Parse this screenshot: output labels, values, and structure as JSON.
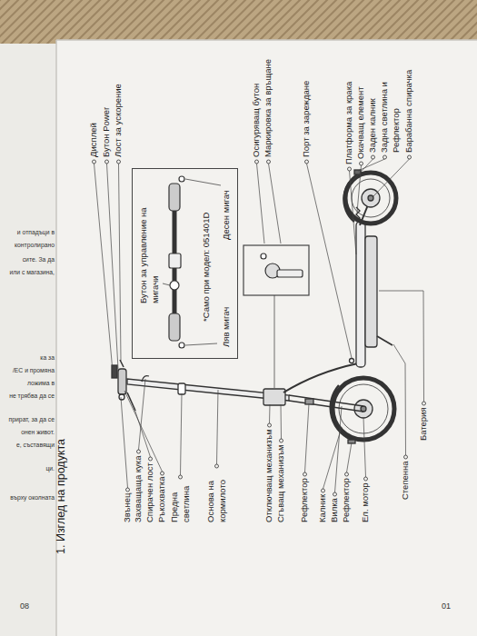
{
  "diagram": {
    "title": "1. Изглед на продукта",
    "nodes": [
      {
        "text": [
          "Бутон за управление на мигачи",
          "Десен мигач",
          "Ляв мигач",
          "*Само при модел: 051401D"
        ]
      }
    ],
    "labels": [
      "Звънец",
      "Захващаща кука",
      "Спирачен лост",
      "Ръкохватка",
      "Предна светлина",
      "Основа на кормилото",
      "Отключващ механизъм",
      "Сгъващ механизъм",
      "Рефлектор",
      "Калник",
      "Вилка",
      "Рефлектор",
      "Ел. мотор",
      "Степенна",
      "Батерия",
      "Дисплей",
      "Бутон Power",
      "Лост за ускорение",
      "Осигуряващ бутон",
      "Маркировка за връщане",
      "Порт за зареждане",
      "Платформа за крака",
      "Окачващ елемент",
      "Заден калник",
      "Задна светлина и Рефлектор",
      "Барабанна спирачка",
      "и отпадъци в",
      "контролирано",
      "сите. За да",
      "или с магазина,",
      "ка за",
      "/ЕС и промяна",
      "ложима в",
      "не трябва да се",
      "прират, за да се",
      "онен живот.",
      "е, съставящи",
      "ци.",
      "върху околната",
      "08",
      "01"
    ]
  }
}
